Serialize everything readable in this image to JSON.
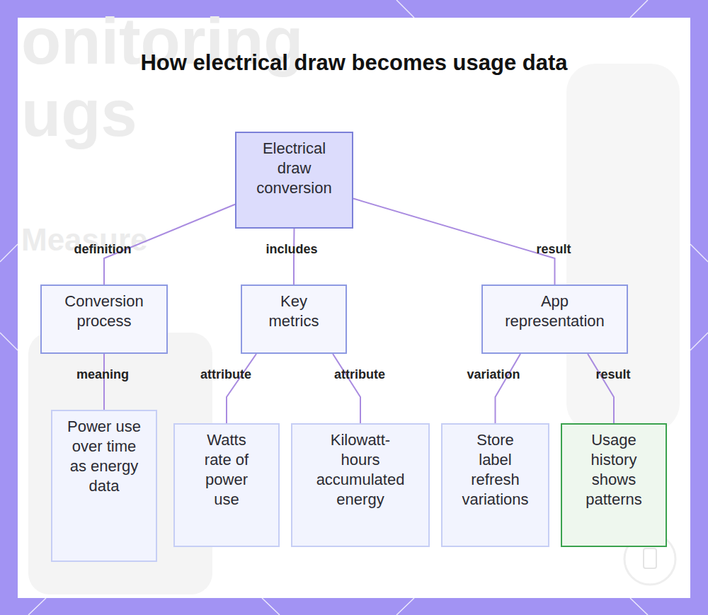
{
  "diagram": {
    "title": "How electrical draw becomes usage data",
    "nodes": [
      {
        "text": [
          "Electrical draw conversion"
        ]
      },
      {
        "text": [
          "Conversion process"
        ]
      },
      {
        "text": [
          "Key metrics"
        ]
      },
      {
        "text": [
          "App representation"
        ]
      },
      {
        "text": [
          "Power use over time as energy data"
        ]
      },
      {
        "text": [
          "Watts rate of power use"
        ]
      },
      {
        "text": [
          "Kilowatt-hours accumulated energy"
        ]
      },
      {
        "text": [
          "Store label refresh variations"
        ]
      },
      {
        "text": [
          "Usage history shows patterns"
        ]
      }
    ],
    "edges": [
      {
        "from": 0,
        "to": 1,
        "label": "definition",
        "arrow": "none"
      },
      {
        "from": 0,
        "to": 2,
        "label": "includes",
        "arrow": "none"
      },
      {
        "from": 0,
        "to": 3,
        "label": "result",
        "arrow": "none"
      },
      {
        "from": 1,
        "to": 4,
        "label": "meaning",
        "arrow": "none"
      },
      {
        "from": 2,
        "to": 5,
        "label": "attribute",
        "arrow": "none"
      },
      {
        "from": 2,
        "to": 6,
        "label": "attribute",
        "arrow": "none"
      },
      {
        "from": 3,
        "to": 7,
        "label": "variation",
        "arrow": "none"
      },
      {
        "from": 3,
        "to": 8,
        "label": "result",
        "arrow": "none"
      }
    ],
    "labels": [
      "onitoring",
      "ugs",
      "Measure"
    ]
  }
}
